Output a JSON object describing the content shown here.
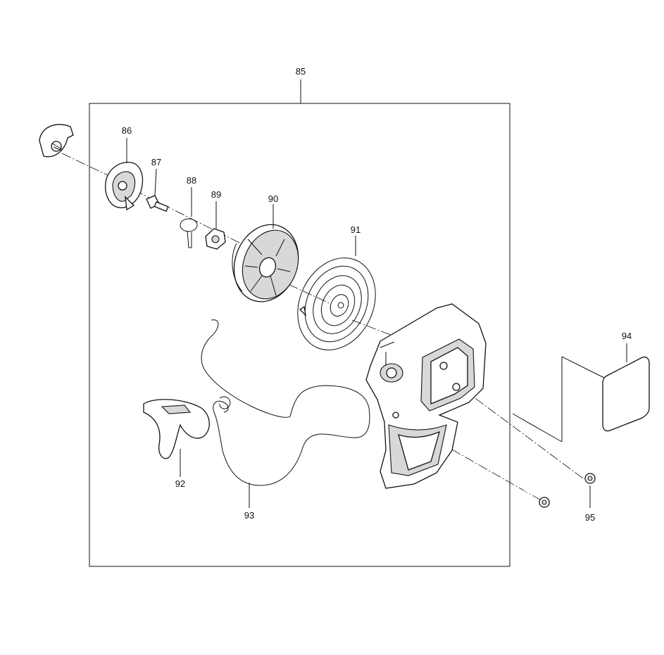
{
  "diagram": {
    "callouts": {
      "c85": "85",
      "c86": "86",
      "c87": "87",
      "c88": "88",
      "c89": "89",
      "c90": "90",
      "c91": "91",
      "c92": "92",
      "c93": "93",
      "c94": "94",
      "c95": "95"
    }
  }
}
